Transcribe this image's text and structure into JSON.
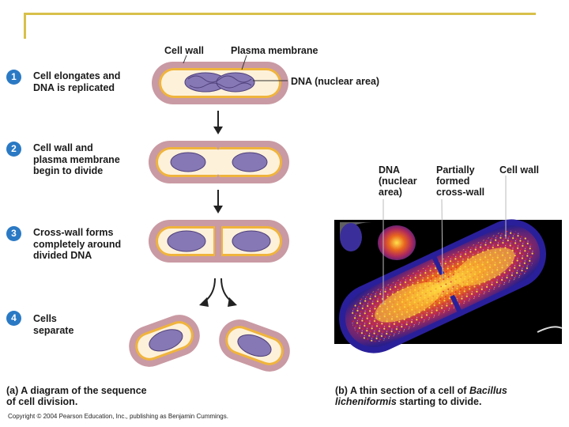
{
  "labels": {
    "cell_wall_a": "Cell wall",
    "plasma_membrane": "Plasma membrane",
    "dna_nuclear_area": "DNA (nuclear area)",
    "dna_b": "DNA\n(nuclear\narea)",
    "partially_formed": "Partially\nformed\ncross-wall",
    "cell_wall_b": "Cell wall"
  },
  "steps": [
    {
      "number": "1",
      "text": "Cell elongates and\nDNA is replicated"
    },
    {
      "number": "2",
      "text": "Cell wall and\nplasma membrane\nbegin to divide"
    },
    {
      "number": "3",
      "text": "Cross-wall forms\ncompletely around\ndivided DNA"
    },
    {
      "number": "4",
      "text": "Cells\nseparate"
    }
  ],
  "captions": {
    "a_prefix": "(a)",
    "a_line1": "A diagram of the sequence",
    "a_line2": "of cell division.",
    "b_prefix": "(b)",
    "b_line1": "A thin section of a cell of",
    "b_species1": "Bacillus",
    "b_species2": "licheniformis",
    "b_line2": "starting to divide."
  },
  "copyright": "Copyright © 2004 Pearson Education, Inc., publishing as Benjamin Cummings.",
  "colors": {
    "cell_wall": "#c99aa3",
    "membrane": "#f0b43c",
    "cytoplasm": "#fdf1da",
    "dna": "#8678b4",
    "step_badge": "#2a79c4",
    "frame": "#d8c04a"
  }
}
